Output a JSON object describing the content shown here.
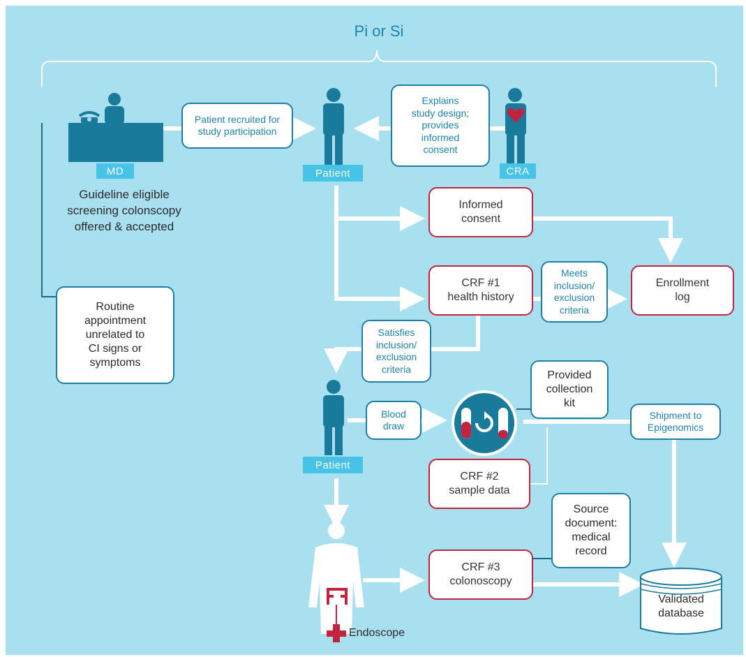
{
  "header": {
    "title": "Pi or Si"
  },
  "actors": {
    "md": "MD",
    "patient": "Patient",
    "cra": "CRA",
    "endoscope": "Endoscope"
  },
  "notes": {
    "guideline": "Guideline eligible\nscreening colonscopy\noffered & accepted"
  },
  "boxes": {
    "recruited": "Patient recruited for\nstudy participation",
    "explains": "Explains\nstudy design;\nprovides\ninformed\nconsent",
    "informed_consent": "Informed\nconsent",
    "crf1": "CRF #1\nhealth history",
    "meets": "Meets\ninclusion/\nexclusion\ncriteria",
    "enrollment": "Enrollment\nlog",
    "routine": "Routine\nappointment\nunrelated to\nCI signs or\nsymptoms",
    "satisfies": "Satisfies\ninclusion/\nexclusion\ncriteria",
    "provided_kit": "Provided\ncollection\nkit",
    "blood_draw": "Blood\ndraw",
    "shipment": "Shipment to\nEpigenomics",
    "crf2": "CRF #2\nsample data",
    "source_doc": "Source\ndocument:\nmedical\nrecord",
    "crf3": "CRF #3\ncolonoscopy",
    "validated_db": "Validated\ndatabase"
  },
  "colors": {
    "background": "#a9e0f0",
    "figure": "#1a7a9c",
    "label_bg": "#47c3e8",
    "red_border": "#c2233f",
    "blue_text": "#1b84b0",
    "connector": "#ffffff"
  }
}
